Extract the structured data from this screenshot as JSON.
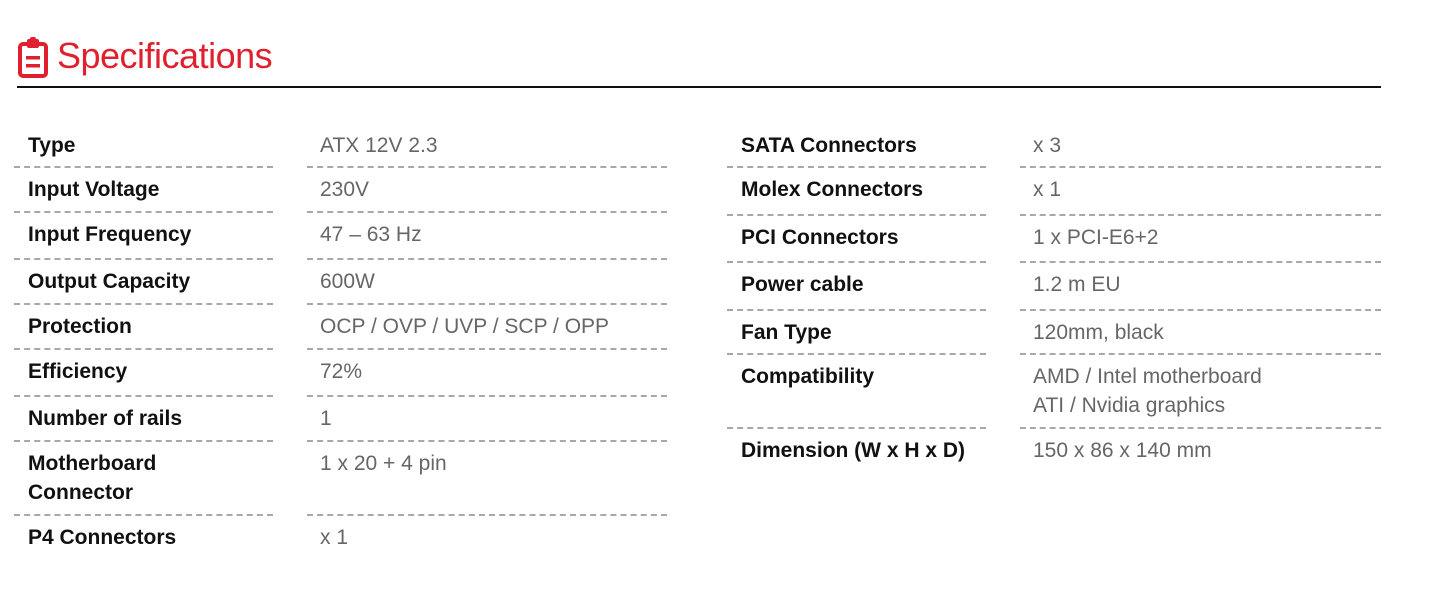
{
  "header": {
    "title": "Specifications",
    "icon": "clipboard-icon",
    "accent_color": "#e0202e"
  },
  "specs_left": [
    {
      "label": "Type",
      "value": "ATX 12V 2.3"
    },
    {
      "label": "Input Voltage",
      "value": "230V"
    },
    {
      "label": "Input Frequency",
      "value": "47 – 63 Hz"
    },
    {
      "label": "Output Capacity",
      "value": "600W"
    },
    {
      "label": "Protection",
      "value": "OCP / OVP / UVP / SCP / OPP"
    },
    {
      "label": "Efficiency",
      "value": "72%"
    },
    {
      "label": "Number of rails",
      "value": "1"
    },
    {
      "label": "Motherboard\nConnector",
      "value": "1 x 20 + 4 pin"
    },
    {
      "label": "P4 Connectors",
      "value": "x 1"
    }
  ],
  "specs_right": [
    {
      "label": "SATA Connectors",
      "value": "x 3"
    },
    {
      "label": "Molex Connectors",
      "value": "x 1"
    },
    {
      "label": "PCI Connectors",
      "value": "1 x PCI-E6+2"
    },
    {
      "label": "Power cable",
      "value": "1.2 m EU"
    },
    {
      "label": "Fan Type",
      "value": "120mm, black"
    },
    {
      "label": "Compatibility",
      "value": "AMD / Intel motherboard\nATI / Nvidia graphics"
    },
    {
      "label": "Dimension (W x H x D)",
      "value": "150 x 86 x 140 mm"
    }
  ]
}
